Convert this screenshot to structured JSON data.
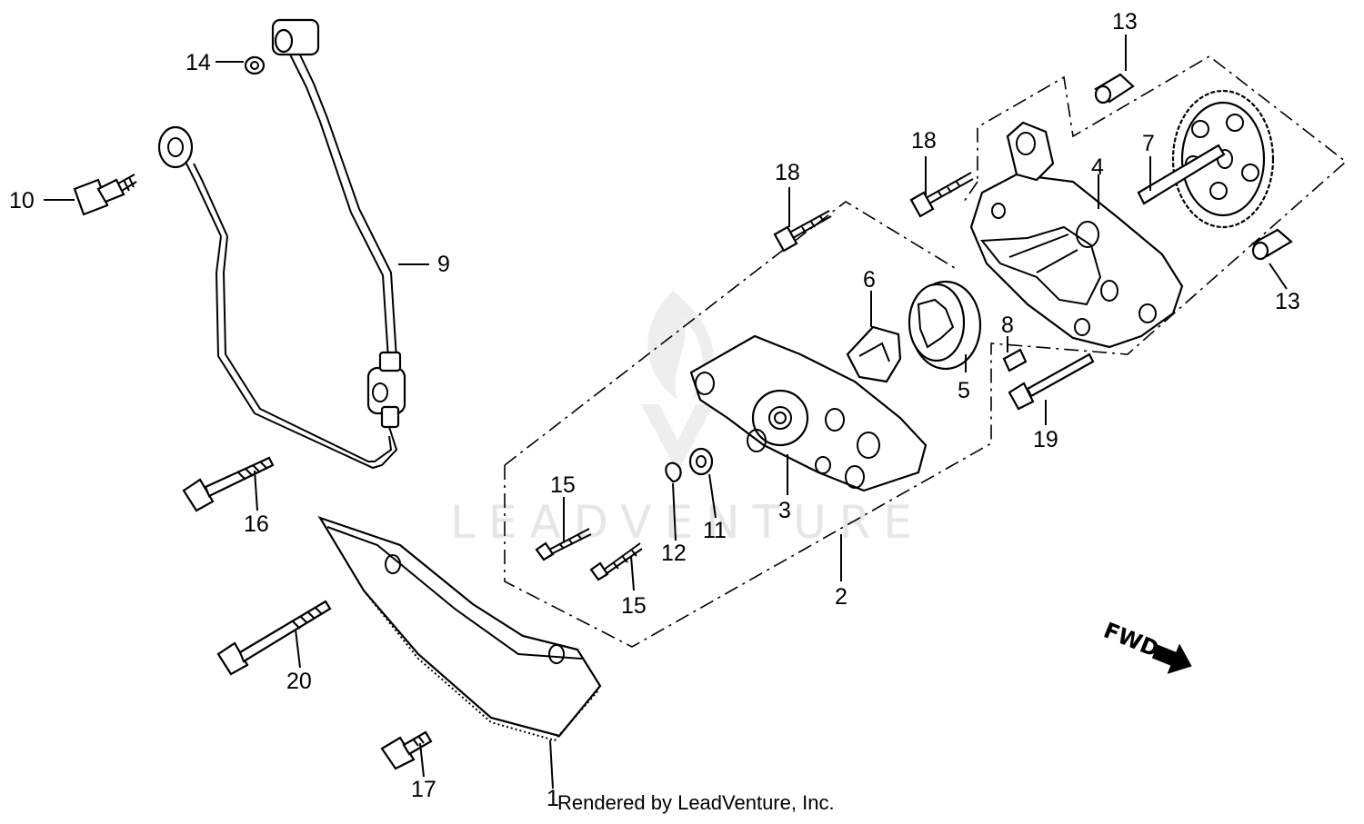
{
  "diagram": {
    "callouts": [
      {
        "id": "c1",
        "label": "1"
      },
      {
        "id": "c2",
        "label": "2"
      },
      {
        "id": "c3",
        "label": "3"
      },
      {
        "id": "c4",
        "label": "4"
      },
      {
        "id": "c5",
        "label": "5"
      },
      {
        "id": "c6",
        "label": "6"
      },
      {
        "id": "c7",
        "label": "7"
      },
      {
        "id": "c8",
        "label": "8"
      },
      {
        "id": "c9",
        "label": "9"
      },
      {
        "id": "c10",
        "label": "10"
      },
      {
        "id": "c11",
        "label": "11"
      },
      {
        "id": "c12",
        "label": "12"
      },
      {
        "id": "c13a",
        "label": "13"
      },
      {
        "id": "c13b",
        "label": "13"
      },
      {
        "id": "c14",
        "label": "14"
      },
      {
        "id": "c15a",
        "label": "15"
      },
      {
        "id": "c15b",
        "label": "15"
      },
      {
        "id": "c16",
        "label": "16"
      },
      {
        "id": "c17",
        "label": "17"
      },
      {
        "id": "c18a",
        "label": "18"
      },
      {
        "id": "c18b",
        "label": "18"
      },
      {
        "id": "c19",
        "label": "19"
      },
      {
        "id": "c20",
        "label": "20"
      }
    ],
    "direction_indicator": "FWD",
    "watermark": "LEADVENTURE",
    "credit": "Rendered by LeadVenture, Inc."
  }
}
